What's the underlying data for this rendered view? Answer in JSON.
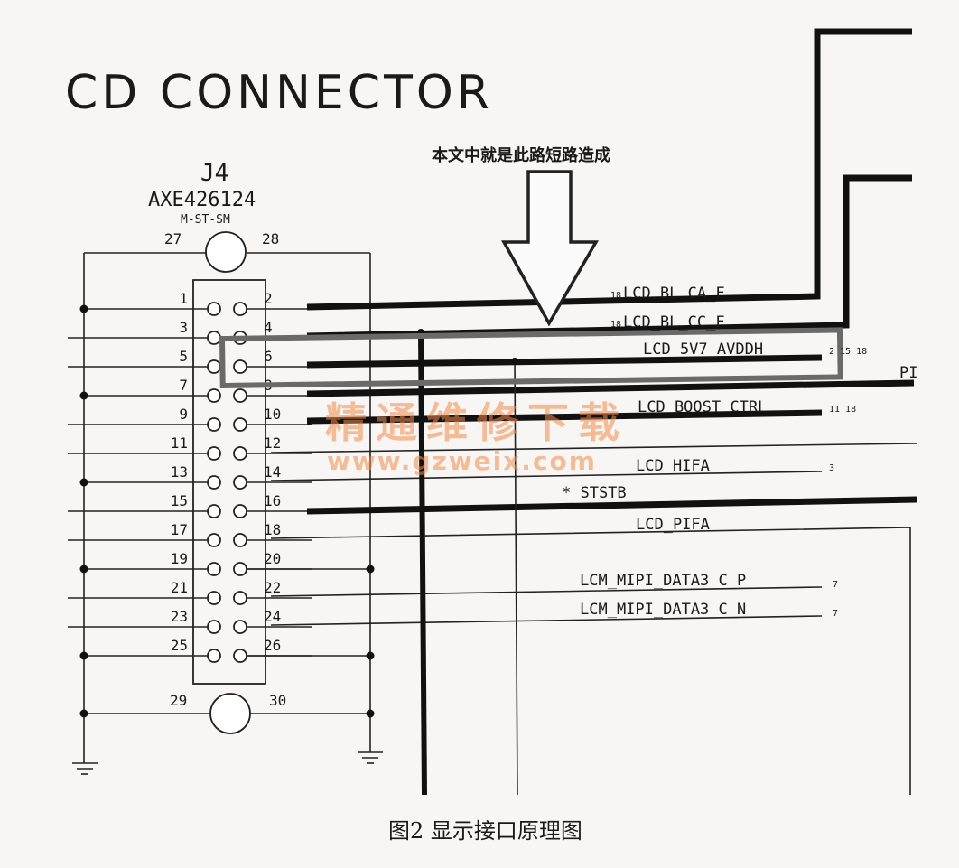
{
  "header": {
    "title": "CD CONNECTOR"
  },
  "part": {
    "ref": "J4",
    "number": "AXE426124",
    "type": "M-ST-SM",
    "mount_pins": {
      "top_left": "27",
      "top_right": "28",
      "bottom_left": "29",
      "bottom_right": "30"
    }
  },
  "pins": {
    "left": [
      "1",
      "3",
      "5",
      "7",
      "9",
      "11",
      "13",
      "15",
      "17",
      "19",
      "21",
      "23",
      "25"
    ],
    "right": [
      "2",
      "4",
      "6",
      "8",
      "10",
      "12",
      "14",
      "16",
      "18",
      "20",
      "22",
      "24",
      "26"
    ]
  },
  "annotation": {
    "arrow_text": "本文中就是此路短路造成"
  },
  "nets": {
    "lcd_bl_ca_f": {
      "name": "LCD_BL_CA_F",
      "ref": "18"
    },
    "lcd_bl_cc_f": {
      "name": "LCD_BL_CC_F",
      "ref": "18"
    },
    "lcd_5v7_avddh": {
      "name": "LCD_5V7_AVDDH",
      "ref": "2  15 18"
    },
    "lcd_boost_ctrl": {
      "name": "LCD_BOOST_CTRL",
      "ref": "11 18"
    },
    "lcd_hifa": {
      "name": "LCD_HIFA",
      "ref": "3"
    },
    "ststb": {
      "name": "* STSTB"
    },
    "lcd_pifa": {
      "name": "LCD_PIFA"
    },
    "mipi_p": {
      "name": "LCM_MIPI_DATA3_C_P",
      "ref": "7"
    },
    "mipi_n": {
      "name": "LCM_MIPI_DATA3_C_N",
      "ref": "7"
    },
    "edge_label": "PI"
  },
  "watermark": {
    "line1": "精通维修下载",
    "line2": "www.gzweix.com"
  },
  "caption": "图2  显示接口原理图"
}
